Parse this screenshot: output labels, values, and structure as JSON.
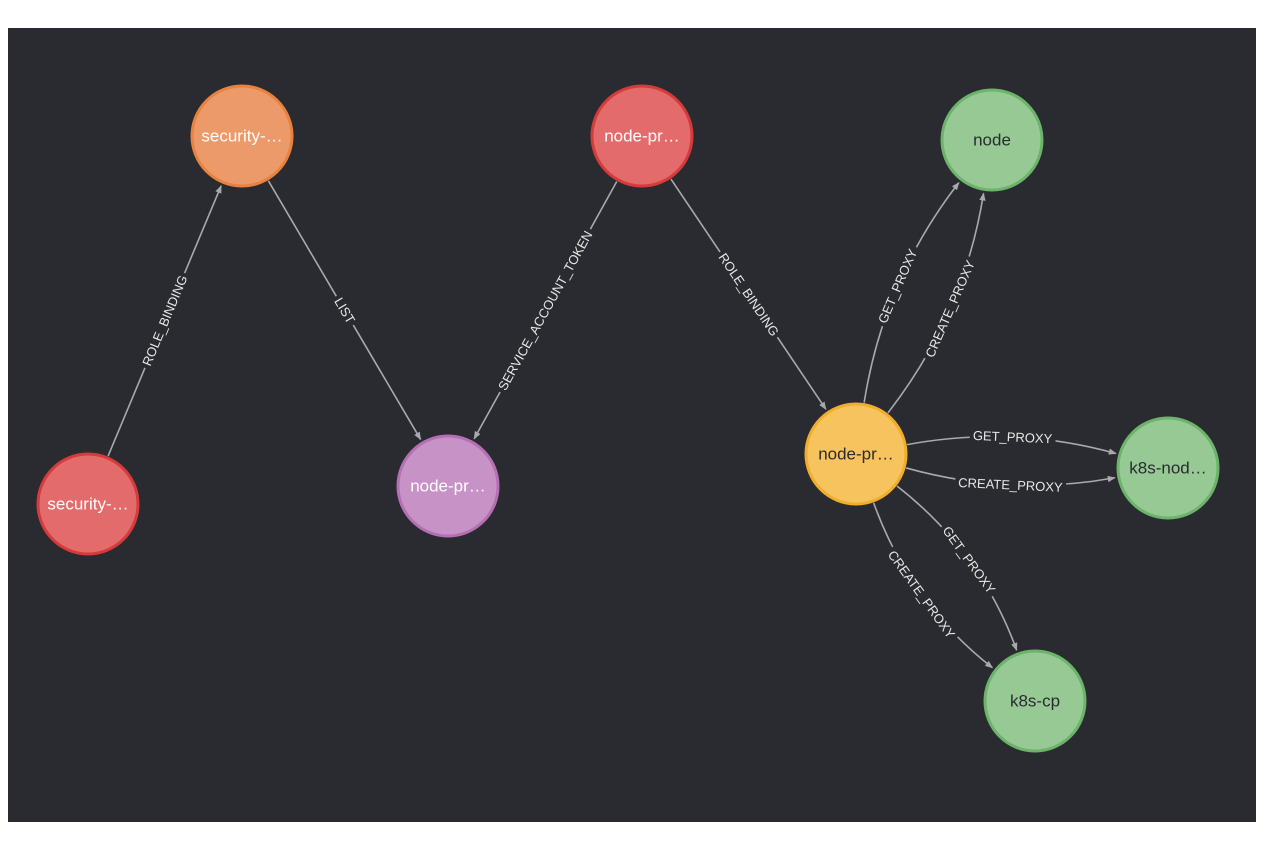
{
  "colors": {
    "background": "#2a2b30",
    "edge": "#a8a9ad",
    "edge_label": "#e6e6e6",
    "node_red": {
      "fill": "#e46b6b",
      "stroke": "#d63b3b",
      "text": "#ffffff"
    },
    "node_orange": {
      "fill": "#ec9a6a",
      "stroke": "#e9823f",
      "text": "#ffffff"
    },
    "node_purple": {
      "fill": "#c792c6",
      "stroke": "#b56fb4",
      "text": "#ffffff"
    },
    "node_yellow": {
      "fill": "#f6c35e",
      "stroke": "#f0ae2a",
      "text": "#2a2b30"
    },
    "node_green": {
      "fill": "#97c995",
      "stroke": "#6cb46a",
      "text": "#2a2b30"
    }
  },
  "nodes": [
    {
      "id": "n1",
      "label": "security-…",
      "color": "node_red"
    },
    {
      "id": "n2",
      "label": "security-…",
      "color": "node_orange"
    },
    {
      "id": "n3",
      "label": "node-pr…",
      "color": "node_purple"
    },
    {
      "id": "n4",
      "label": "node-pr…",
      "color": "node_red"
    },
    {
      "id": "n5",
      "label": "node-pr…",
      "color": "node_yellow"
    },
    {
      "id": "n6",
      "label": "node",
      "color": "node_green"
    },
    {
      "id": "n7",
      "label": "k8s-nod…",
      "color": "node_green"
    },
    {
      "id": "n8",
      "label": "k8s-cp",
      "color": "node_green"
    }
  ],
  "edges": [
    {
      "id": "e1",
      "from": "n1",
      "to": "n2",
      "label": "ROLE_BINDING"
    },
    {
      "id": "e2",
      "from": "n2",
      "to": "n3",
      "label": "LIST"
    },
    {
      "id": "e3",
      "from": "n4",
      "to": "n3",
      "label": "SERVICE_ACCOUNT_TOKEN"
    },
    {
      "id": "e4",
      "from": "n4",
      "to": "n5",
      "label": "ROLE_BINDING"
    },
    {
      "id": "e5",
      "from": "n5",
      "to": "n6",
      "label": "CREATE_PROXY"
    },
    {
      "id": "e6",
      "from": "n5",
      "to": "n6",
      "label": "GET_PROXY"
    },
    {
      "id": "e7",
      "from": "n5",
      "to": "n7",
      "label": "CREATE_PROXY"
    },
    {
      "id": "e8",
      "from": "n5",
      "to": "n7",
      "label": "GET_PROXY"
    },
    {
      "id": "e9",
      "from": "n5",
      "to": "n8",
      "label": "CREATE_PROXY"
    },
    {
      "id": "e10",
      "from": "n5",
      "to": "n8",
      "label": "GET_PROXY"
    }
  ]
}
